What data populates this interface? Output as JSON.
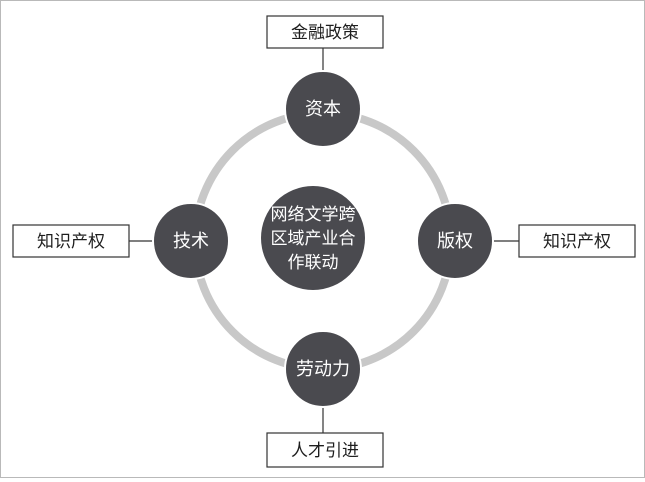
{
  "center": {
    "lines": [
      "网络文学跨",
      "区域产业合",
      "作联动"
    ]
  },
  "nodes": {
    "top": "资本",
    "right": "版权",
    "bottom": "劳动力",
    "left": "技术"
  },
  "boxes": {
    "top": "金融政策",
    "right": "知识产权",
    "bottom": "人才引进",
    "left": "知识产权"
  },
  "colors": {
    "node_fill": "#4a4a4f",
    "ring": "#c8c8c8",
    "box_border": "#333333"
  }
}
